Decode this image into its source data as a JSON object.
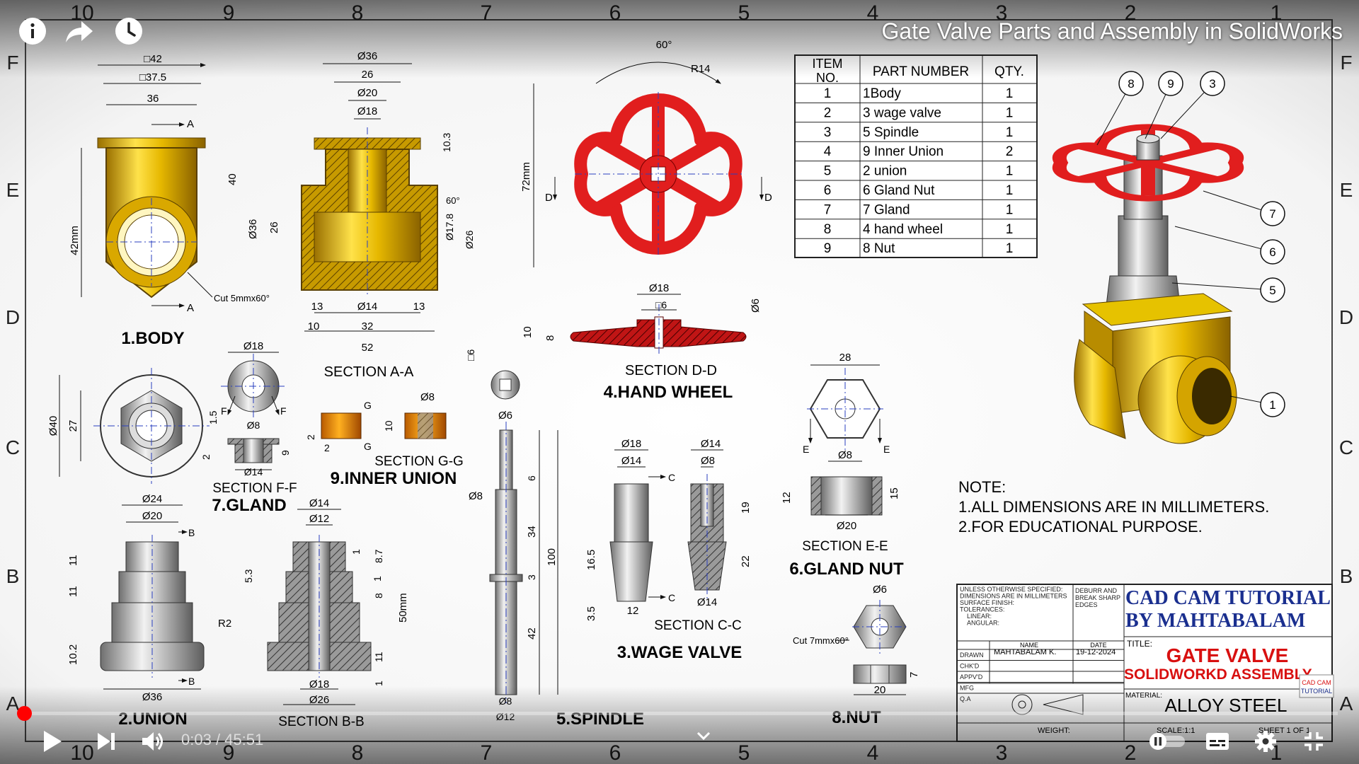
{
  "video": {
    "title": "Gate Valve Parts and Assembly in SolidWorks",
    "time_current": "0:03",
    "time_separator": " / ",
    "time_total": "45:51",
    "progress_fraction": 0.002,
    "accent_color": "#ff0000"
  },
  "controls": {
    "top": [
      "info-icon",
      "share-icon",
      "watch-later-icon"
    ],
    "bottom": [
      "play-icon",
      "next-icon",
      "volume-icon",
      "chevron-down-icon",
      "autoplay-toggle",
      "subtitles-icon",
      "settings-icon",
      "exit-fullscreen-icon"
    ]
  },
  "drawing": {
    "frame_top": [
      "10",
      "9",
      "8",
      "7",
      "6",
      "5",
      "4",
      "3",
      "2",
      "1"
    ],
    "frame_bottom": [
      "10",
      "9",
      "8",
      "7",
      "6",
      "5",
      "4",
      "3",
      "2",
      "1"
    ],
    "frame_left": [
      "F",
      "E",
      "D",
      "C",
      "B",
      "A"
    ],
    "frame_right": [
      "F",
      "E",
      "D",
      "C",
      "B",
      "A"
    ],
    "bom": {
      "headers": [
        "ITEM NO.",
        "PART NUMBER",
        "QTY."
      ],
      "rows": [
        [
          "1",
          "1Body",
          "1"
        ],
        [
          "2",
          "3 wage valve",
          "1"
        ],
        [
          "3",
          "5 Spindle",
          "1"
        ],
        [
          "4",
          "9 Inner Union",
          "2"
        ],
        [
          "5",
          "2 union",
          "1"
        ],
        [
          "6",
          "6 Gland Nut",
          "1"
        ],
        [
          "7",
          "7 Gland",
          "1"
        ],
        [
          "8",
          "4 hand wheel",
          "1"
        ],
        [
          "9",
          "8 Nut",
          "1"
        ]
      ]
    },
    "note": {
      "title": "NOTE:",
      "line1": "1.ALL DIMENSIONS ARE IN MILLIMETERS.",
      "line2": "2.FOR EDUCATIONAL PURPOSE."
    },
    "title_block": {
      "general_notes": [
        "UNLESS OTHERWISE SPECIFIED:",
        "DIMENSIONS ARE IN MILLIMETERS",
        "SURFACE FINISH:",
        "TOLERANCES:",
        "LINEAR:",
        "ANGULAR:"
      ],
      "deburr": [
        "DEBURR AND",
        "BREAK SHARP",
        "EDGES"
      ],
      "company_line1": "CAD CAM TUTORIAL",
      "company_line2": "BY MAHTABALAM",
      "title_label": "TITLE:",
      "title_line1": "GATE VALVE",
      "title_line2": "SOLIDWORKD ASSEMBLY",
      "name_header": "NAME",
      "date_header": "DATE",
      "roles": [
        "DRAWN",
        "CHK'D",
        "APPV'D",
        "MFG",
        "Q.A"
      ],
      "drawn_name": "MAHTABALAM K.",
      "drawn_date": "19-12-2024",
      "material_label": "MATERIAL:",
      "material": "ALLOY STEEL",
      "weight_label": "WEIGHT:",
      "scale": "SCALE:1:1",
      "sheet": "SHEET 1 OF 1",
      "watermark": [
        "CAD CAM",
        "TUTORIAL"
      ]
    },
    "parts": {
      "body": {
        "label": "1.BODY",
        "dims": [
          "□42",
          "□37.5",
          "36",
          "42mm",
          "Cut 5mmx60°"
        ],
        "cut_marks": [
          "A",
          "A"
        ]
      },
      "section_aa": {
        "label": "SECTION A-A",
        "dims": [
          "Ø36",
          "26",
          "Ø20",
          "Ø18",
          "10.3",
          "40",
          "Ø36",
          "26",
          "Ø17.8",
          "Ø26",
          "60°",
          "13",
          "Ø14",
          "13",
          "10",
          "32",
          "52"
        ]
      },
      "hand_wheel": {
        "label": "4.HAND WHEEL",
        "dims": [
          "60°",
          "R14",
          "72mm"
        ],
        "cut_marks": [
          "D",
          "D"
        ]
      },
      "section_dd": {
        "label": "SECTION D-D",
        "dims": [
          "Ø18",
          "□6",
          "10",
          "8",
          "Ø6"
        ]
      },
      "gland": {
        "label": "7.GLAND",
        "dims": [
          "Ø18",
          "1.5",
          "Ø8",
          "2",
          "9",
          "Ø14"
        ],
        "cut_marks": [
          "F",
          "F"
        ],
        "section_label": "SECTION F-F"
      },
      "inner_union": {
        "label": "9.INNER UNION",
        "dims": [
          "Ø40",
          "27",
          "2",
          "2",
          "Ø8",
          "10"
        ],
        "cut_marks": [
          "G",
          "G"
        ],
        "section_label": "SECTION G-G"
      },
      "spindle": {
        "label": "5.SPINDLE",
        "dims": [
          "□6",
          "Ø6",
          "Ø8",
          "6",
          "34",
          "3",
          "100",
          "42",
          "Ø8",
          "Ø12"
        ]
      },
      "wage_valve": {
        "label": "3.WAGE VALVE",
        "dims": [
          "Ø18",
          "Ø14",
          "Ø14",
          "Ø8",
          "19",
          "16.5",
          "22",
          "3.5",
          "12",
          "Ø14"
        ],
        "cut_marks": [
          "C",
          "C"
        ],
        "section_label": "SECTION C-C"
      },
      "gland_nut": {
        "label": "6.GLAND NUT",
        "dims": [
          "28",
          "Ø8",
          "12",
          "15",
          "Ø20"
        ],
        "cut_marks": [
          "E",
          "E"
        ],
        "section_label": "SECTION E-E"
      },
      "nut": {
        "label": "8.NUT",
        "dims": [
          "Ø6",
          "Cut 7mmx60°",
          "7",
          "20"
        ]
      },
      "union": {
        "label": "2.UNION",
        "dims": [
          "Ø24",
          "Ø20",
          "11",
          "11",
          "R2",
          "10.2",
          "Ø36"
        ],
        "cut_marks": [
          "B",
          "B"
        ]
      },
      "section_bb": {
        "label": "SECTION B-B",
        "dims": [
          "Ø14",
          "Ø12",
          "1",
          "8.7",
          "5.3",
          "1",
          "8",
          "50mm",
          "11",
          "1",
          "Ø18",
          "Ø26"
        ]
      }
    },
    "balloons": [
      "8",
      "9",
      "3",
      "7",
      "6",
      "5",
      "1"
    ],
    "colors": {
      "brass": "#e6b800",
      "red_wheel": "#e11e1e",
      "steel": "#a8a8a8",
      "ink": "#111111",
      "title_blue": "#1a2f8f",
      "title_red": "#d81010",
      "centerline": "#2a3fbf"
    }
  }
}
